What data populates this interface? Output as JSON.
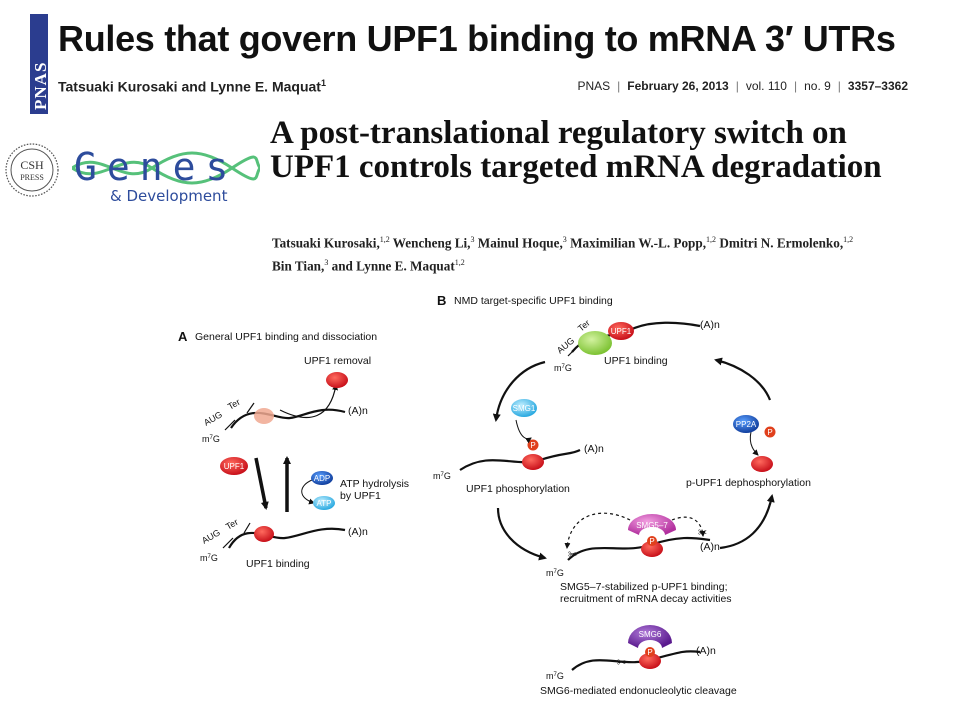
{
  "paper1": {
    "journal_logo": "PNAS",
    "title": "Rules that govern UPF1 binding to mRNA 3′ UTRs",
    "authors": "Tatsuaki Kurosaki and Lynne E. Maquat",
    "author_sup": "1",
    "citation": {
      "journal": "PNAS",
      "date": "February 26, 2013",
      "volume": "vol. 110",
      "issue": "no. 9",
      "pages": "3357–3362"
    }
  },
  "paper2": {
    "publisher_logo_lines": [
      "CSH",
      "PRESS"
    ],
    "journal_logo": "Genes",
    "journal_logo_sub": "& Development",
    "title": "A post-translational regulatory switch on UPF1 controls targeted mRNA degradation",
    "authors_line1": "Tatsuaki Kurosaki,1,2 Wencheng Li,3 Mainul Hoque,3 Maximilian W.-L. Popp,1,2 Dmitri N. Ermolenko,1,2",
    "authors_line2": "Bin Tian,3 and Lynne E. Maquat1,2"
  },
  "figure": {
    "panel_a": {
      "letter": "A",
      "title": "General UPF1 binding and dissociation",
      "removal": "UPF1 removal",
      "atp_text_1": "ATP hydrolysis",
      "atp_text_2": "by UPF1",
      "binding": "UPF1 binding",
      "upf1": "UPF1",
      "adp": "ADP",
      "atp": "ATP"
    },
    "panel_b": {
      "letter": "B",
      "title": "NMD target-specific UPF1 binding",
      "binding": "UPF1 binding",
      "phosphorylation": "UPF1 phosphorylation",
      "dephosphorylation": "p-UPF1 dephosphorylation",
      "smg57_line1": "SMG5–7-stabilized p-UPF1 binding;",
      "smg57_line2": "recruitment of mRNA decay activities",
      "smg6_caption": "SMG6-mediated endonucleolytic cleavage",
      "smg1": "SMG1",
      "pp2a": "PP2A",
      "smg57": "SMG5–7",
      "smg6": "SMG6",
      "upf1": "UPF1",
      "ter": "Ter"
    },
    "mrna": {
      "cap": "m7G",
      "cap_base": "m",
      "cap_sup": "7",
      "cap_end": "G",
      "tail": "(A)n",
      "aug": "AUG",
      "ter": "Ter",
      "p": "P"
    }
  }
}
